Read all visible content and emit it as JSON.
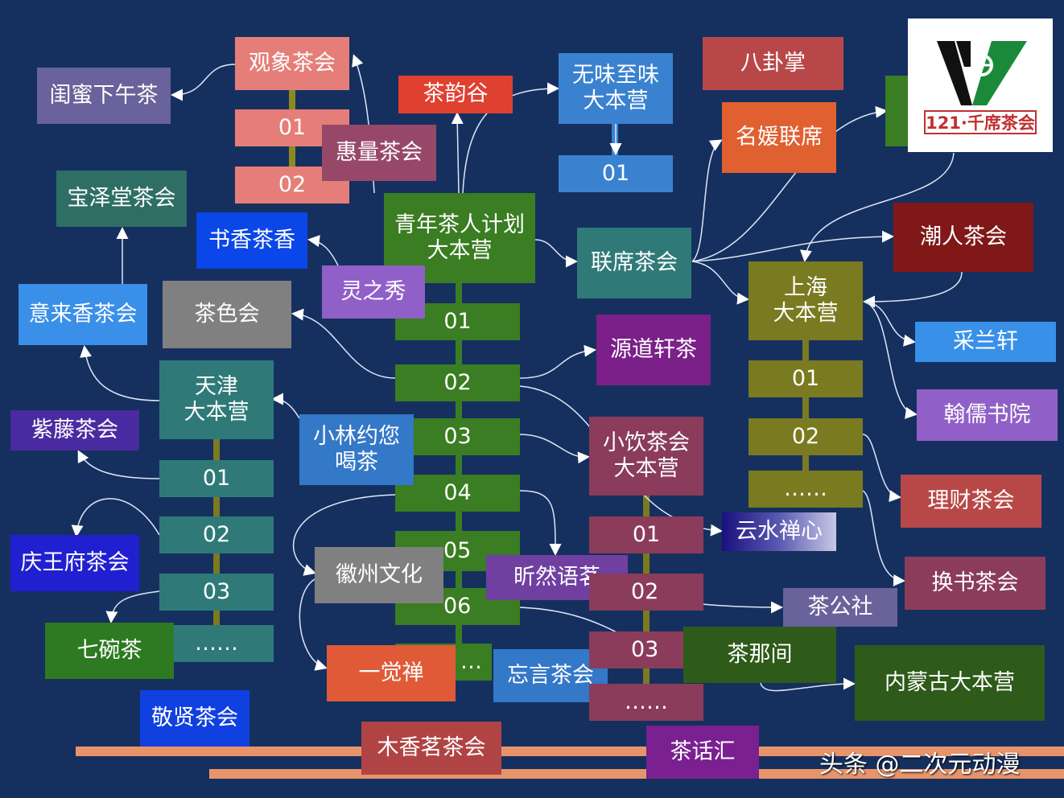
{
  "nodes": {
    "guanxiang": "观象茶会",
    "gx01": "01",
    "gx02": "02",
    "guimi": "闺蜜下午茶",
    "chayungu": "茶韵谷",
    "huiliang": "惠量茶会",
    "baozetang": "宝泽堂茶会",
    "shuxiang": "书香茶香",
    "qingnian": "青年茶人计划\n大本营",
    "lingzhixiu": "灵之秀",
    "yilaixiang": "意来香茶会",
    "chasehui": "茶色会",
    "qn01": "01",
    "qn02": "02",
    "qn03": "03",
    "qn04": "04",
    "qn05": "05",
    "qn06": "06",
    "qnmore": "…",
    "tianjin": "天津\n大本营",
    "tj01": "01",
    "tj02": "02",
    "tj03": "03",
    "tjmore": "……",
    "ziteng": "紫藤茶会",
    "xiaolin": "小林约您\n喝茶",
    "qingwangfu": "庆王府茶会",
    "qiwancha": "七碗茶",
    "jingxian": "敬贤茶会",
    "huizhou": "徽州文化",
    "xinran": "昕然语茗",
    "yijuechan": "一觉禅",
    "wangyan": "忘言茶会",
    "muxiang": "木香茗茶会",
    "chahuahui": "茶话汇",
    "wuwei": "无味至味\n大本营",
    "ww01": "01",
    "bagua": "八卦掌",
    "mingyuan": "名媛联席",
    "lianxi": "联席茶会",
    "chaoren": "潮人茶会",
    "shanghai": "上海\n大本营",
    "sh01": "01",
    "sh02": "02",
    "shmore": "……",
    "cailan": "采兰轩",
    "hanru": "翰儒书院",
    "yuandao": "源道轩茶",
    "xiaoyin": "小饮茶会\n大本营",
    "xy01": "01",
    "xy02": "02",
    "xy03": "03",
    "xymore": "……",
    "yunshui": "云水禅心",
    "licai": "理财茶会",
    "huanshu": "换书茶会",
    "chagongshe": "茶公社",
    "chanajian": "茶那间",
    "neimenggu": "内蒙古大本营"
  },
  "logo": {
    "text": "121·千席茶会"
  },
  "watermark": "头条 @二次元动漫",
  "colors": {
    "background": "#15305f",
    "accent_bar": "#e8946a"
  }
}
